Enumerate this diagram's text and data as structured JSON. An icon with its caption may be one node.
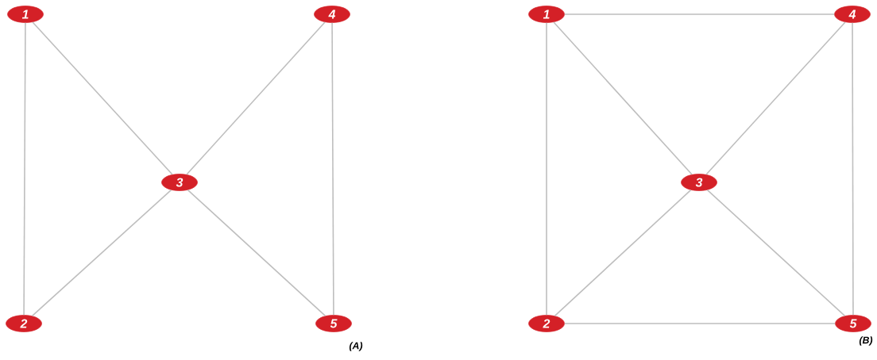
{
  "diagram": {
    "nodes": [
      {
        "text": [
          "1"
        ]
      },
      {
        "text": [
          "4"
        ]
      },
      {
        "text": [
          "3"
        ]
      },
      {
        "text": [
          "2"
        ]
      },
      {
        "text": [
          "5"
        ]
      },
      {
        "text": [
          "1"
        ]
      },
      {
        "text": [
          "4"
        ]
      },
      {
        "text": [
          "3"
        ]
      },
      {
        "text": [
          "2"
        ]
      },
      {
        "text": [
          "5"
        ]
      }
    ],
    "edges": [
      {
        "from": 0,
        "to": 3,
        "arrow": "none"
      },
      {
        "from": 0,
        "to": 2,
        "arrow": "none"
      },
      {
        "from": 2,
        "to": 1,
        "arrow": "none"
      },
      {
        "from": 1,
        "to": 4,
        "arrow": "none"
      },
      {
        "from": 2,
        "to": 3,
        "arrow": "none"
      },
      {
        "from": 2,
        "to": 4,
        "arrow": "none"
      },
      {
        "from": 5,
        "to": 6,
        "arrow": "none"
      },
      {
        "from": 5,
        "to": 8,
        "arrow": "none"
      },
      {
        "from": 5,
        "to": 7,
        "arrow": "none"
      },
      {
        "from": 7,
        "to": 6,
        "arrow": "none"
      },
      {
        "from": 6,
        "to": 9,
        "arrow": "none"
      },
      {
        "from": 7,
        "to": 8,
        "arrow": "none"
      },
      {
        "from": 7,
        "to": 9,
        "arrow": "none"
      },
      {
        "from": 8,
        "to": 9,
        "arrow": "none"
      }
    ],
    "labels": [
      "(A)",
      "(B)"
    ]
  }
}
